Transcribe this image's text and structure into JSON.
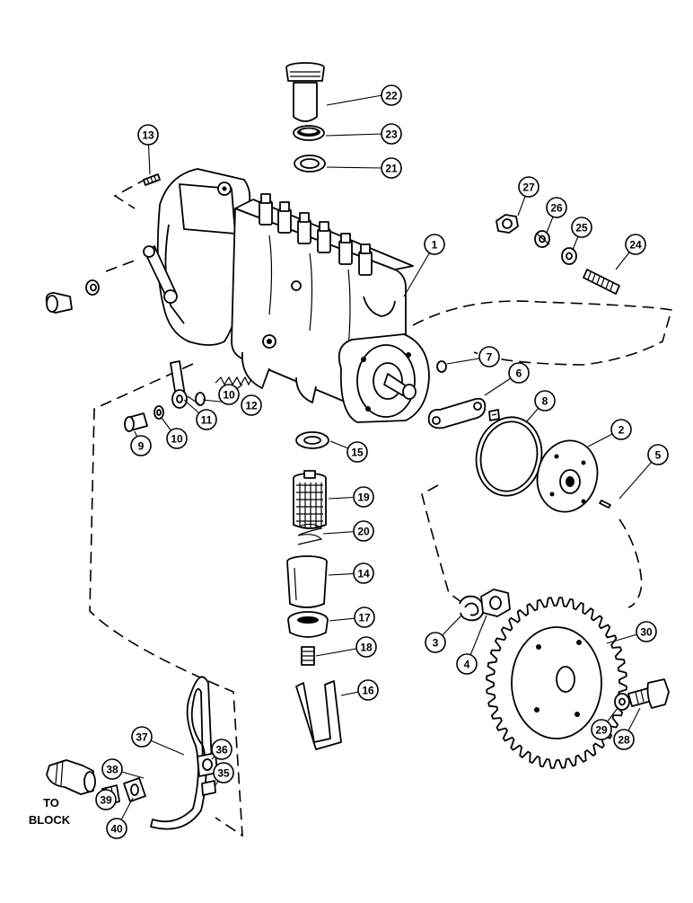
{
  "diagram": {
    "callouts": [
      "1",
      "2",
      "3",
      "4",
      "5",
      "6",
      "7",
      "8",
      "9",
      "10",
      "10",
      "11",
      "12",
      "13",
      "14",
      "15",
      "16",
      "17",
      "18",
      "19",
      "20",
      "21",
      "22",
      "23",
      "24",
      "25",
      "26",
      "27",
      "28",
      "29",
      "30",
      "35",
      "36",
      "37",
      "38",
      "39",
      "40"
    ],
    "note_line1": "TO",
    "note_line2": "BLOCK"
  }
}
